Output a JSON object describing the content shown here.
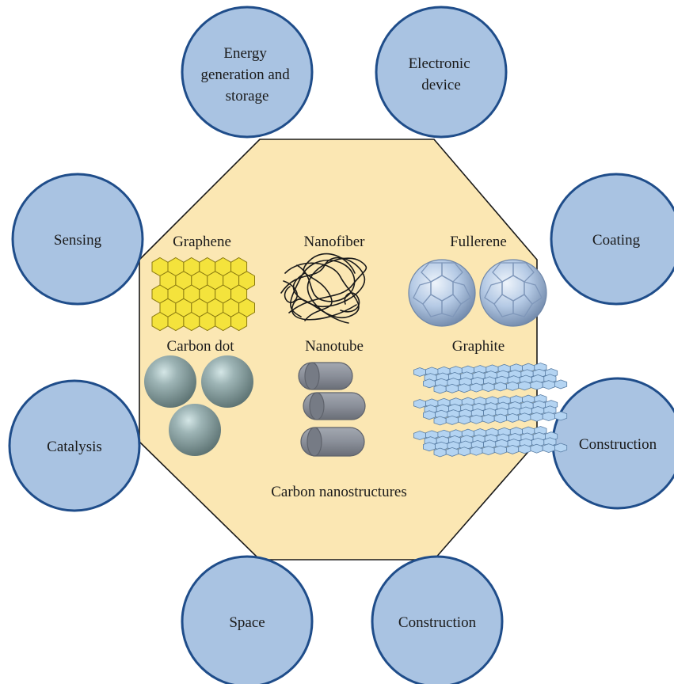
{
  "colors": {
    "octagon_fill": "#fbe7b3",
    "octagon_stroke": "#1a1a1a",
    "circle_fill": "#a9c3e2",
    "circle_stroke": "#1f4d8a",
    "graphene": "#f4e33c",
    "nanotube": "#8e939d",
    "graphite": "#b4d4f2",
    "fullerene": "#b9cde6",
    "carbon_dot": "#8fa7a8"
  },
  "applications": [
    {
      "key": "energy",
      "lines": [
        "Energy",
        "generation and",
        "storage"
      ]
    },
    {
      "key": "electronic",
      "lines": [
        "Electronic",
        "device"
      ]
    },
    {
      "key": "sensing",
      "lines": [
        "Sensing"
      ]
    },
    {
      "key": "coating",
      "lines": [
        "Coating"
      ]
    },
    {
      "key": "catalysis",
      "lines": [
        "Catalysis"
      ]
    },
    {
      "key": "construction-right",
      "lines": [
        "Construction"
      ]
    },
    {
      "key": "space",
      "lines": [
        "Space"
      ]
    },
    {
      "key": "construction-bottom",
      "lines": [
        "Construction"
      ]
    }
  ],
  "materials": {
    "graphene": "Graphene",
    "nanofiber": "Nanofiber",
    "fullerene": "Fullerene",
    "carbon_dot": "Carbon dot",
    "nanotube": "Nanotube",
    "graphite": "Graphite"
  },
  "center_label": "Carbon nanostructures",
  "icons": [
    "graphene-icon",
    "nanofiber-icon",
    "fullerene-icon",
    "carbon-dot-icon",
    "nanotube-icon",
    "graphite-icon"
  ]
}
